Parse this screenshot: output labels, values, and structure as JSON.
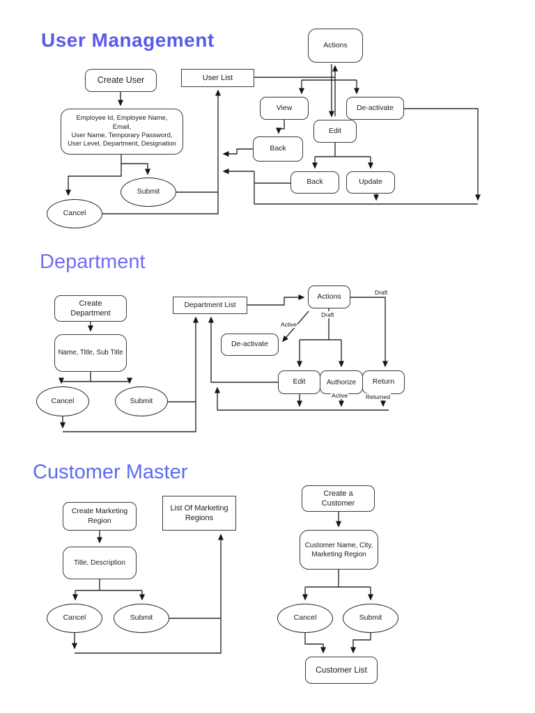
{
  "colors": {
    "background": "#ffffff",
    "title_user_management": "#5a5ae8",
    "title_department": "#6f6ff2",
    "title_customer_master": "#5b6bf0",
    "node_border": "#3a3a3a",
    "connector_line": "#2a2a2a"
  },
  "sections": {
    "user_management": {
      "title": "User Management",
      "nodes": {
        "create_user": "Create User",
        "user_fields": "Employee Id, Employee Name,\nEmail,\nUser Name, Temporary Password,\nUser Level, Department, Designation",
        "user_list": "User List",
        "actions": "Actions",
        "view": "View",
        "deactivate": "De-activate",
        "edit": "Edit",
        "back_from_view": "Back",
        "back_from_edit": "Back",
        "update": "Update",
        "submit": "Submit",
        "cancel": "Cancel"
      }
    },
    "department": {
      "title": "Department",
      "nodes": {
        "create_department": "Create\nDepartment",
        "department_fields": "Name, Title, Sub Title",
        "cancel": "Cancel",
        "submit": "Submit",
        "department_list": "Department List",
        "actions": "Actions",
        "deactivate": "De-activate",
        "edit": "Edit",
        "authorize": "Authorize",
        "return": "Return"
      },
      "edge_labels": {
        "draft_to_return": "Draft",
        "draft_to_edit": "Draft",
        "active_to_deactivate": "Active",
        "active_below_authorize": "Active",
        "returned_below_return": "Returned"
      }
    },
    "customer_master": {
      "title": "Customer Master",
      "nodes": {
        "create_marketing_region": "Create Marketing\nRegion",
        "list_of_marketing_regions": "List Of Marketing\nRegions",
        "title_description": "Title, Description",
        "region_cancel": "Cancel",
        "region_submit": "Submit",
        "create_a_customer": "Create a\nCustomer",
        "customer_fields": "Customer Name, City,\nMarketing Region",
        "customer_cancel": "Cancel",
        "customer_submit": "Submit",
        "customer_list": "Customer List"
      }
    }
  }
}
